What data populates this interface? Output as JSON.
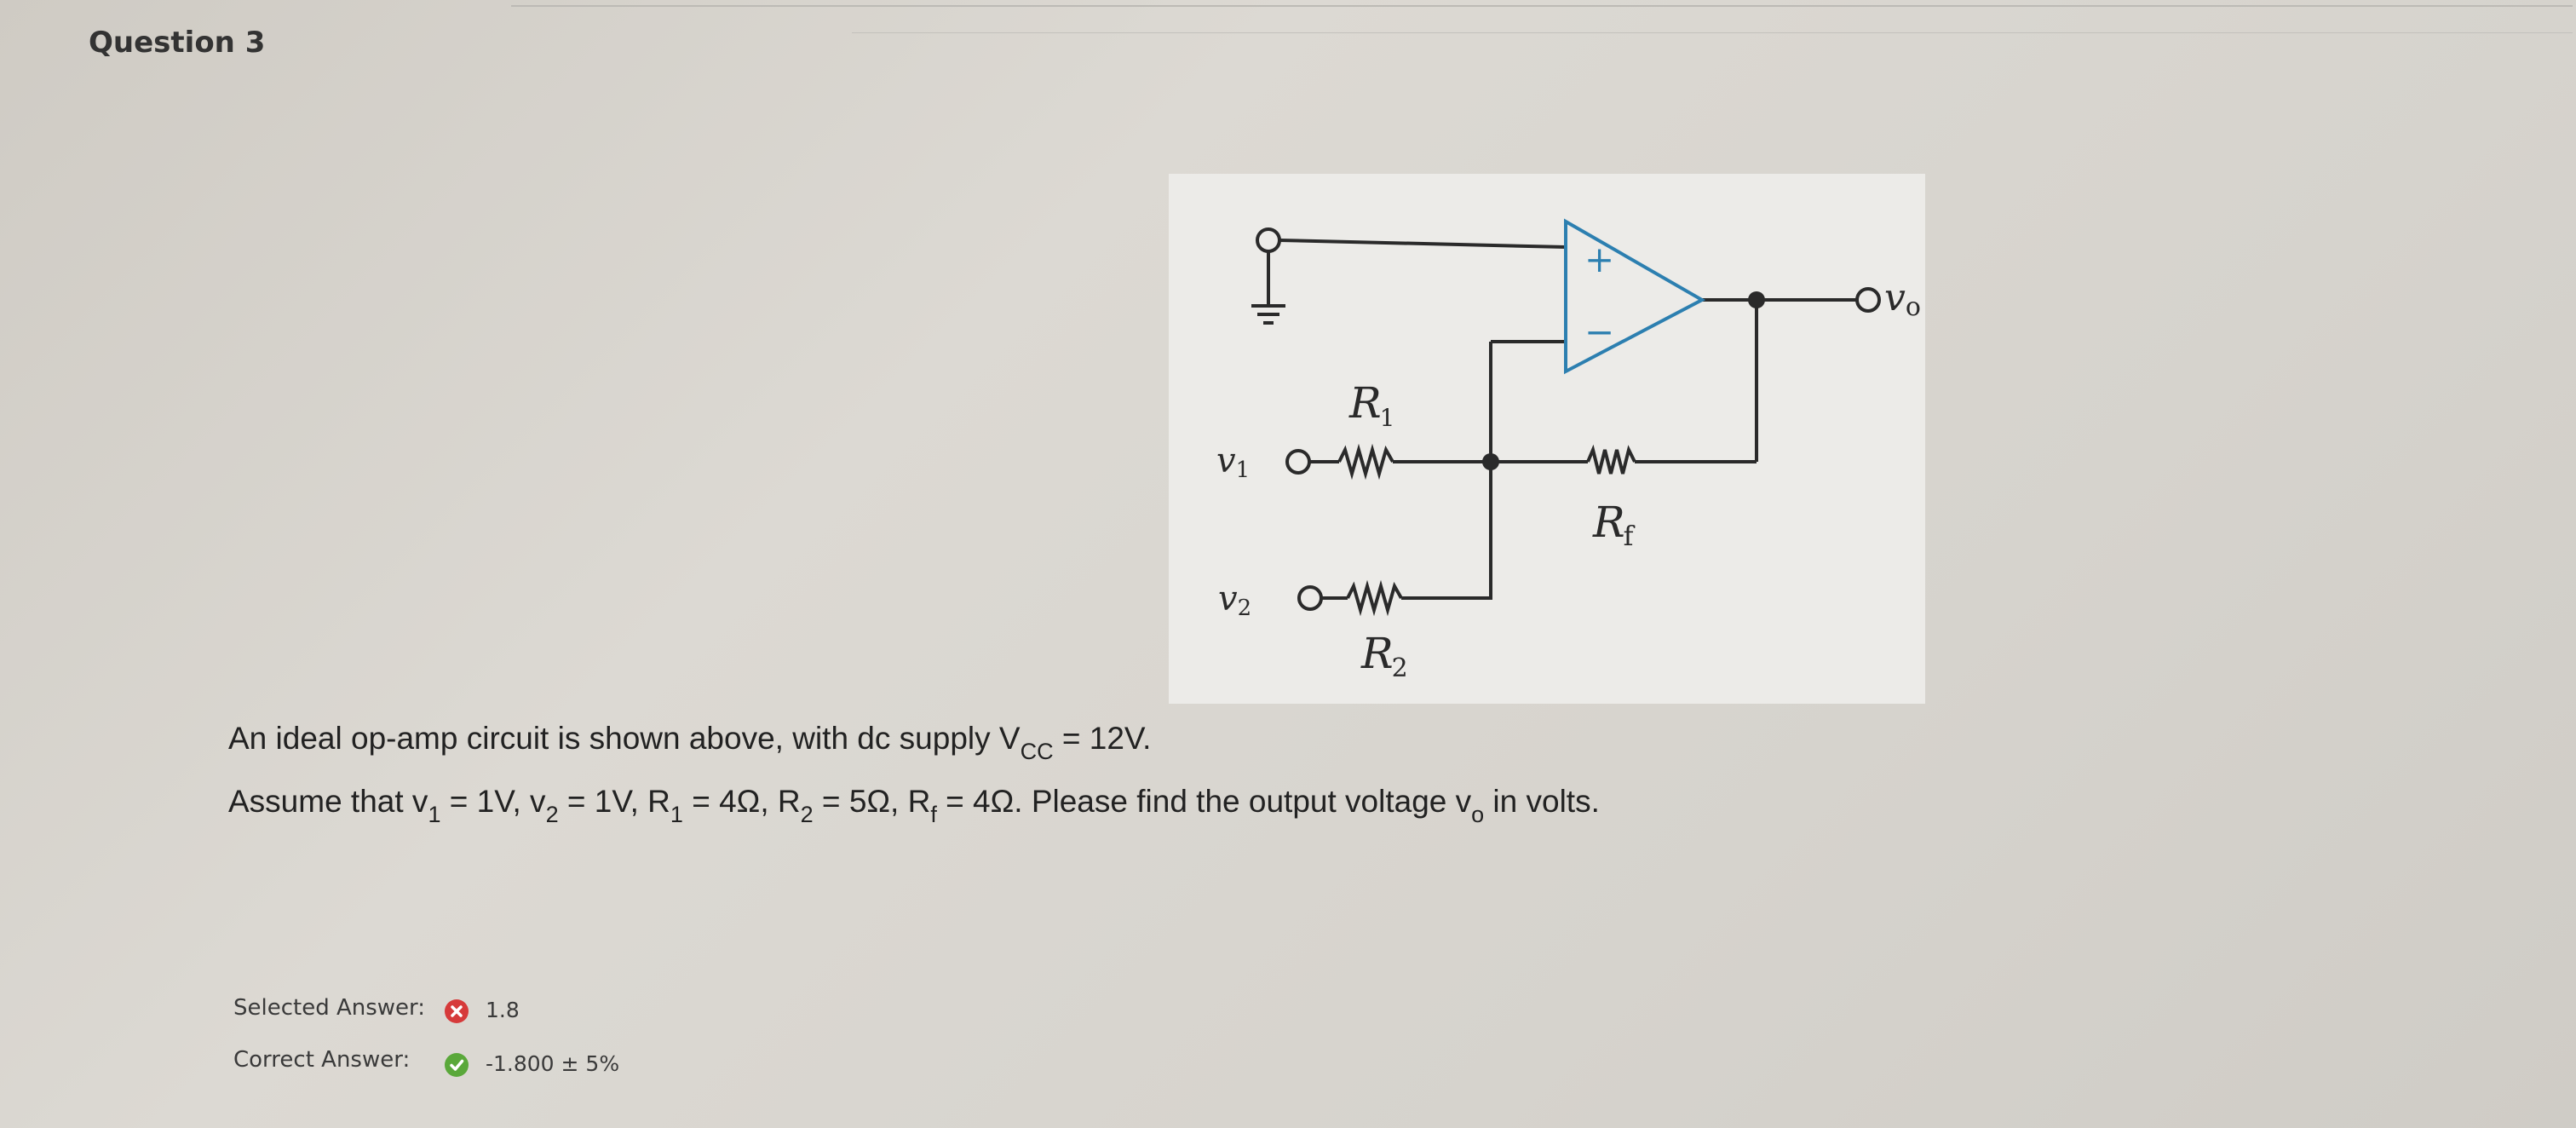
{
  "question": {
    "title": "Question 3"
  },
  "figure": {
    "label_r1_main": "R",
    "label_r1_sub": "1",
    "label_r2_main": "R",
    "label_r2_sub": "2",
    "label_rf_main": "R",
    "label_rf_sub": "f",
    "label_v1_main": "v",
    "label_v1_sub": "1",
    "label_v2_main": "v",
    "label_v2_sub": "2",
    "label_vo_main": "v",
    "label_vo_sub": "o",
    "plus_sign": "+",
    "minus_sign": "−"
  },
  "text": {
    "line1_a": "An ideal op-amp circuit is shown above, with dc supply V",
    "line1_sub": "CC",
    "line1_b": " = 12V.",
    "line2_a": "Assume that v",
    "line2_sub1": "1",
    "line2_b": " = 1V, v",
    "line2_sub2": "2",
    "line2_c": " = 1V, R",
    "line2_sub3": "1",
    "line2_d": " = 4Ω, R",
    "line2_sub4": "2",
    "line2_e": " = 5Ω, R",
    "line2_sub5": "f",
    "line2_f": " = 4Ω.  Please find the output voltage v",
    "line2_sub6": "o",
    "line2_g": " in volts."
  },
  "answers": {
    "selected_label": "Selected Answer:",
    "selected_value": "1.8",
    "selected_status_icon": "incorrect-x-icon",
    "correct_label": "Correct Answer:",
    "correct_value": "-1.800 ± 5%",
    "correct_status_icon": "correct-check-icon",
    "incorrect_color": "#d63a3a",
    "correct_color": "#5aa83a"
  }
}
